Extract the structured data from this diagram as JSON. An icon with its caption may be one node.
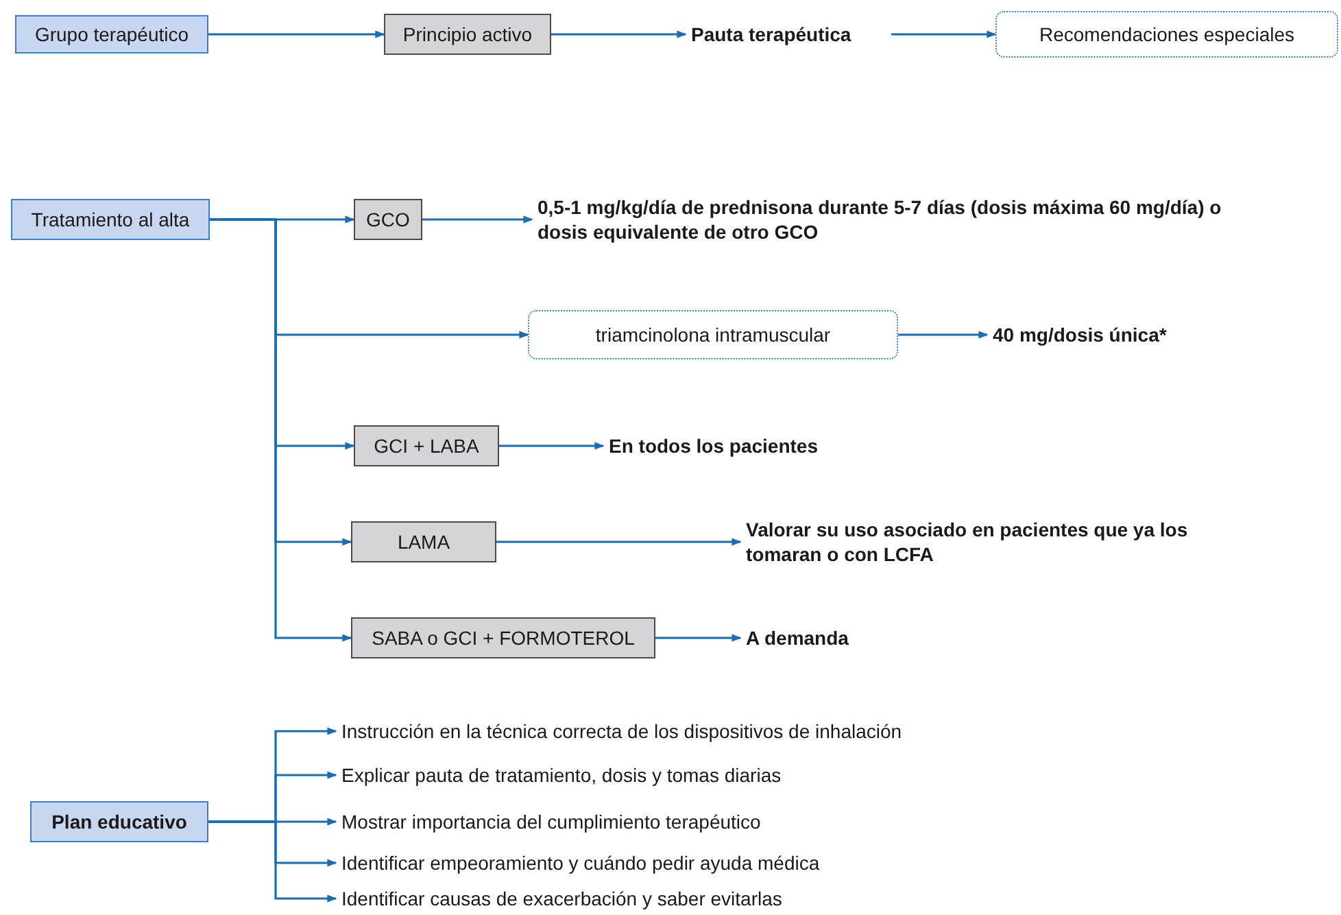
{
  "diagram": {
    "nodes": [
      {
        "text": [
          "Grupo terapéutico"
        ]
      },
      {
        "text": [
          "Principio activo"
        ]
      },
      {
        "text": [
          "Pauta terapéutica"
        ]
      },
      {
        "text": [
          "Recomendaciones especiales"
        ]
      },
      {
        "text": [
          "Tratamiento al alta"
        ]
      },
      {
        "text": [
          "GCO"
        ]
      },
      {
        "text": [
          "0,5-1 mg/kg/día de prednisona durante 5-7 días (dosis máxima 60 mg/día) o dosis equivalente de otro GCO"
        ]
      },
      {
        "text": [
          "triamcinolona intramuscular"
        ]
      },
      {
        "text": [
          "40 mg/dosis única*"
        ]
      },
      {
        "text": [
          "GCI + LABA"
        ]
      },
      {
        "text": [
          "En todos los pacientes"
        ]
      },
      {
        "text": [
          "LAMA"
        ]
      },
      {
        "text": [
          "Valorar su uso asociado en pacientes que ya los tomaran o con LCFA"
        ]
      },
      {
        "text": [
          "SABA o GCI + FORMOTEROL"
        ]
      },
      {
        "text": [
          "A demanda"
        ]
      },
      {
        "text": [
          "Plan educativo"
        ]
      },
      {
        "text": [
          "Instrucción en la técnica correcta de los dispositivos de inhalación"
        ]
      },
      {
        "text": [
          "Explicar pauta de tratamiento, dosis y tomas diarias"
        ]
      },
      {
        "text": [
          "Mostrar importancia del cumplimiento terapéutico"
        ]
      },
      {
        "text": [
          "Identificar empeoramiento y cuándo pedir ayuda médica"
        ]
      },
      {
        "text": [
          "Identificar causas de exacerbación y saber evitarlas"
        ]
      }
    ],
    "edges": [
      {
        "from": 0,
        "to": 1,
        "arrow": "to"
      },
      {
        "from": 1,
        "to": 2,
        "arrow": "to"
      },
      {
        "from": 2,
        "to": 3,
        "arrow": "to"
      },
      {
        "from": 4,
        "to": 5,
        "arrow": "to"
      },
      {
        "from": 4,
        "to": 7,
        "arrow": "to"
      },
      {
        "from": 4,
        "to": 9,
        "arrow": "to"
      },
      {
        "from": 4,
        "to": 11,
        "arrow": "to"
      },
      {
        "from": 4,
        "to": 13,
        "arrow": "to"
      },
      {
        "from": 5,
        "to": 6,
        "arrow": "to"
      },
      {
        "from": 7,
        "to": 8,
        "arrow": "to"
      },
      {
        "from": 9,
        "to": 10,
        "arrow": "to"
      },
      {
        "from": 11,
        "to": 12,
        "arrow": "to"
      },
      {
        "from": 13,
        "to": 14,
        "arrow": "to"
      },
      {
        "from": 15,
        "to": 16,
        "arrow": "to"
      },
      {
        "from": 15,
        "to": 17,
        "arrow": "to"
      },
      {
        "from": 15,
        "to": 18,
        "arrow": "to"
      },
      {
        "from": 15,
        "to": 19,
        "arrow": "to"
      },
      {
        "from": 15,
        "to": 20,
        "arrow": "to"
      }
    ]
  }
}
